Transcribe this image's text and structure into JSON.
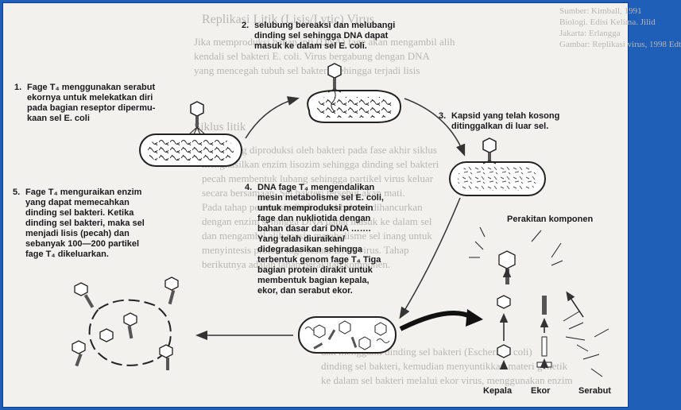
{
  "background_text": {
    "heading": "Replikasi Litik (Lisis/Lytic) Virus",
    "lines": [
      "Jika memproduksi bahan inti (DNA) fage akan mengambil alih",
      "kendali sel bakteri E. coli. Virus bergabung dengan DNA",
      "yang mencegah tubuh sel bakteri, sehingga terjadi lisis",
      "Siklus litik",
      "Virus yang diproduksi oleh bakteri pada fase akhir siklus",
      "menghasilkan enzim lisozim sehingga dinding sel bakteri",
      "pecah membentuk lubang sehingga partikel virus keluar",
      "secara bersamaan. Sel bakteri tersebut akan mati.",
      "Pada tahap penetrasi, dinding sel bakteri dihancurkan",
      "dengan enzim sehingga DNA dapat masuk ke dalam sel",
      "dan mengambil alih mesin metabolisme sel inang untuk",
      "menyintesis protein fage sesuai DNA virus. Tahap",
      "berikutnya adalah tahap perakitan komponen."
    ],
    "top_right_notes": [
      "Sumber: Kimball, 1991",
      "Biologi. Edisi Kelima. Jilid",
      "Jakarta: Erlangga",
      "Gambar: Replikasi virus, 1998 Edt"
    ],
    "bottom_lines": [
      "dan mengganti dinding sel bakteri (Eschericia coli)",
      "dinding sel bakteri, kemudian menyuntikkan materi genetik",
      "ke dalam sel bakteri melalui ekor virus, menggunakan enzim"
    ]
  },
  "steps": {
    "s1": {
      "num": "1.",
      "lines": [
        "Fage T₄ menggunakan serabut",
        "ekornya untuk melekatkan diri",
        "pada bagian reseptor dipermu-",
        "kaan sel E. coli"
      ]
    },
    "s2": {
      "num": "2.",
      "lines": [
        "selubung bereaksi dan melubangi",
        "dinding sel sehingga DNA dapat",
        "masuk ke dalam sel E. coli."
      ]
    },
    "s3": {
      "num": "3.",
      "lines": [
        "Kapsid yang telah kosong",
        "ditinggalkan di luar sel."
      ]
    },
    "s4": {
      "num": "4.",
      "lines": [
        "DNA fage T₄ mengendalikan",
        "mesin metabolisme sel E. coli,",
        "untuk memproduksi  protein",
        "fage dan nukliotida dengan",
        "bahan dasar dari DNA …….",
        "Yang telah diuraikan/",
        "didegradasikan sehingga",
        "terbentuk genom fage T₄ Tiga",
        "bagian protein dirakit  untuk",
        "membentuk bagian kepala,",
        "ekor, dan serabut ekor."
      ]
    },
    "s5": {
      "num": "5.",
      "lines": [
        "Fage T₄ menguraikan enzim",
        "yang dapat memecahkan",
        "dinding sel bakteri. Ketika",
        "dinding sel bakteri, maka sel",
        "menjadi lisis (pecah) dan",
        "sebanyak 100—200 partikel",
        "fage T₄ dikeluarkan."
      ]
    }
  },
  "labels": {
    "assembly": "Perakitan komponen",
    "head": "Kepala",
    "tail": "Ekor",
    "fiber": "Serabut"
  },
  "colors": {
    "frame": "#1f5fb8",
    "paper": "#f2f1ee",
    "ink": "#1a1a1a",
    "ghost": "#b9b7b2"
  }
}
